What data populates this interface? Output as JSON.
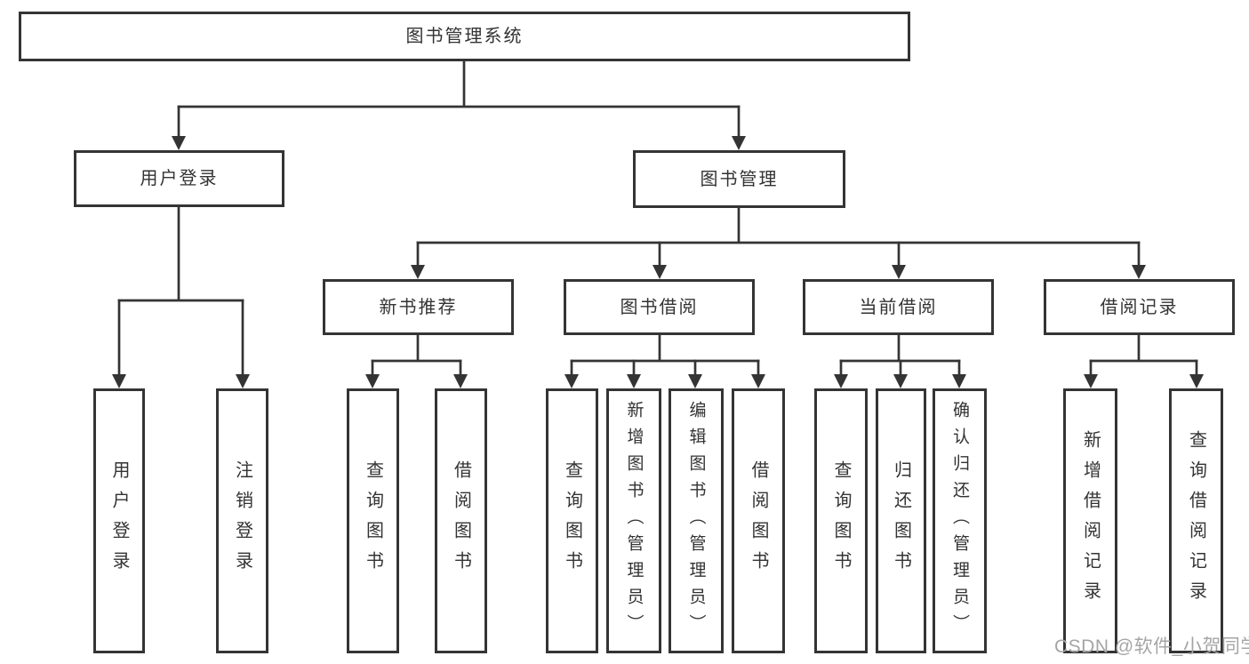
{
  "diagram": {
    "kind": "hierarchy-tree",
    "colors": {
      "line": "#343434",
      "box_background": "#ffffff",
      "text": "#333333",
      "watermark": "#a5a5a5"
    }
  },
  "tree": {
    "label": "图书管理系统",
    "children": [
      {
        "label": "用户登录",
        "children": [
          {
            "label": "用户登录"
          },
          {
            "label": "注销登录"
          }
        ]
      },
      {
        "label": "图书管理",
        "children": [
          {
            "label": "新书推荐",
            "children": [
              {
                "label": "查询图书"
              },
              {
                "label": "借阅图书"
              }
            ]
          },
          {
            "label": "图书借阅",
            "children": [
              {
                "label": "查询图书"
              },
              {
                "label": "新增图书（管理员）"
              },
              {
                "label": "编辑图书（管理员）"
              },
              {
                "label": "借阅图书"
              }
            ]
          },
          {
            "label": "当前借阅",
            "children": [
              {
                "label": "查询图书"
              },
              {
                "label": "归还图书"
              },
              {
                "label": "确认归还（管理员）"
              }
            ]
          },
          {
            "label": "借阅记录",
            "children": [
              {
                "label": "新增借阅记录"
              },
              {
                "label": "查询借阅记录"
              }
            ]
          }
        ]
      }
    ]
  },
  "watermark": {
    "text": "CSDN @软件_小贺同学"
  }
}
